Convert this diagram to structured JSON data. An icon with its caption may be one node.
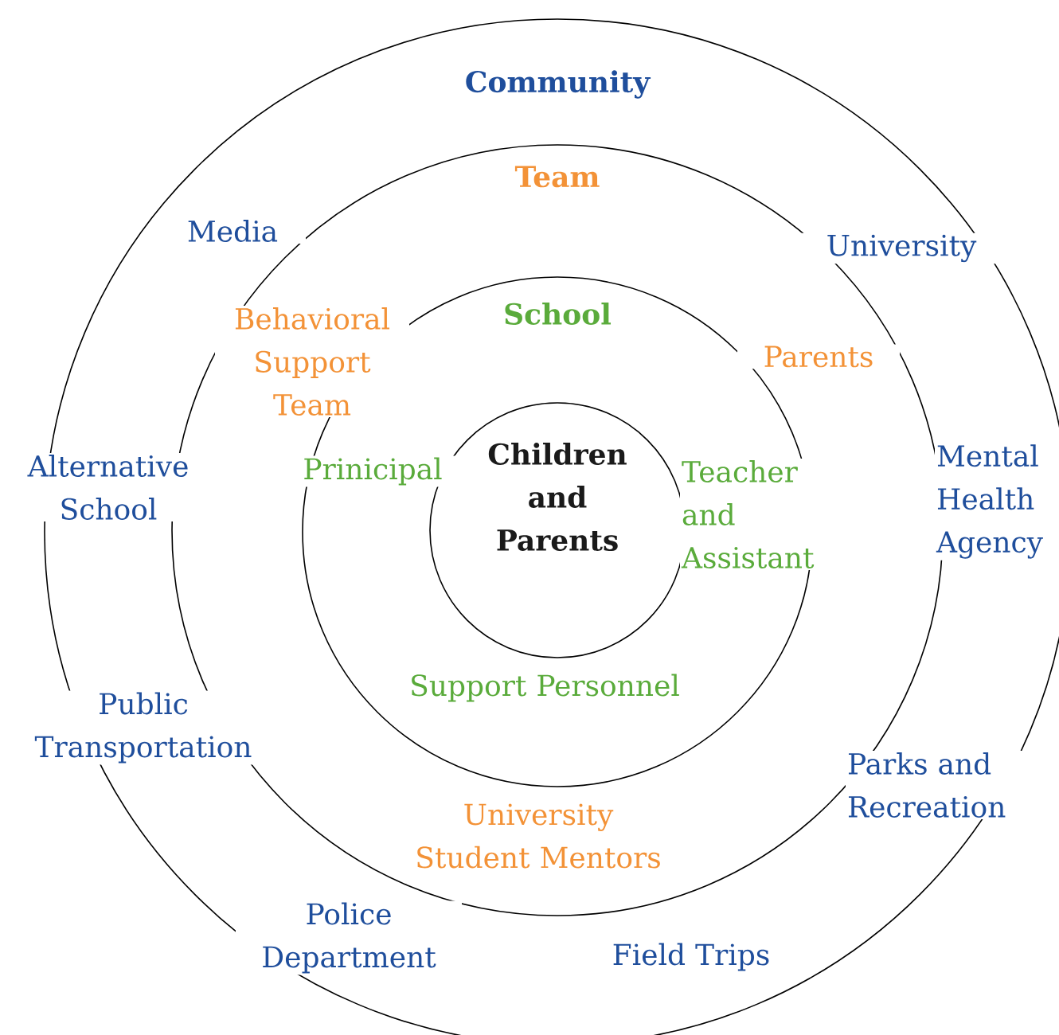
{
  "diagram": {
    "nodes": [
      {
        "text": [
          "Community",
          "Media",
          "University",
          "Alternative School",
          "Mental Health Agency",
          "Public Transportation",
          "Parks and Recreation",
          "Police Department",
          "Field Trips"
        ]
      },
      {
        "text": [
          "Team",
          "Behavioral Support Team",
          "Parents",
          "University Student Mentors"
        ],
        "in": 0
      },
      {
        "text": [
          "School",
          "Prinicipal",
          "Teacher and Assistant",
          "Support Personnel"
        ],
        "in": 1
      },
      {
        "text": [
          "Children and Parents"
        ],
        "in": 2
      }
    ]
  }
}
